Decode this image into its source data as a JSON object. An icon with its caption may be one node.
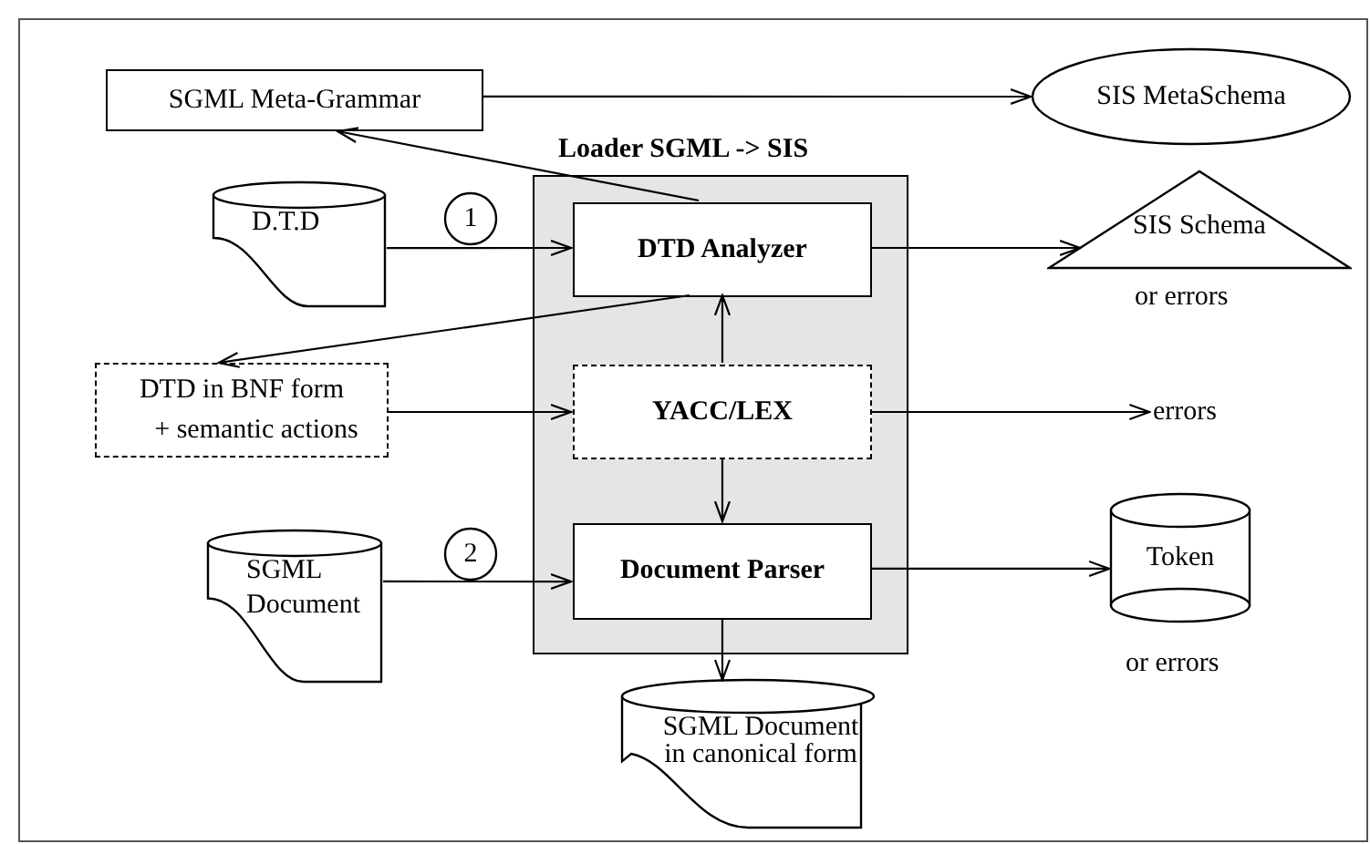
{
  "diagram": {
    "nodes": [
      {
        "text": [
          "SGML Meta-Grammar"
        ]
      },
      {
        "text": [
          "SIS MetaSchema"
        ]
      },
      {
        "text": [
          "Loader SGML -> SIS"
        ]
      },
      {
        "text": [
          "DTD Analyzer"
        ],
        "in": 2
      },
      {
        "text": [
          "YACC/LEX"
        ],
        "in": 2
      },
      {
        "text": [
          "Document Parser"
        ],
        "in": 2
      },
      {
        "text": [
          "D.T.D"
        ]
      },
      {
        "text": [
          "1"
        ]
      },
      {
        "text": [
          "DTD in BNF form",
          "+ semantic actions"
        ]
      },
      {
        "text": [
          "SGML Document"
        ]
      },
      {
        "text": [
          "2"
        ]
      },
      {
        "text": [
          "SGML Document in canonical form"
        ]
      },
      {
        "text": [
          "SIS Schema"
        ],
        "beside": [
          "or errors"
        ]
      },
      {
        "text": [
          "errors"
        ]
      },
      {
        "text": [
          "Token"
        ],
        "beside": [
          "or errors"
        ]
      }
    ],
    "edges": [
      {
        "from": 0,
        "to": 1,
        "arrow": "to"
      },
      {
        "from": 3,
        "to": 0,
        "arrow": "to"
      },
      {
        "from": 6,
        "to": 3,
        "arrow": "to"
      },
      {
        "from": 3,
        "to": 12,
        "arrow": "to"
      },
      {
        "from": 3,
        "to": 8,
        "arrow": "to"
      },
      {
        "from": 8,
        "to": 4,
        "arrow": "to"
      },
      {
        "from": 4,
        "to": 3,
        "arrow": "to"
      },
      {
        "from": 4,
        "to": 13,
        "arrow": "to"
      },
      {
        "from": 4,
        "to": 5,
        "arrow": "to"
      },
      {
        "from": 9,
        "to": 5,
        "arrow": "to"
      },
      {
        "from": 5,
        "to": 14,
        "arrow": "to"
      },
      {
        "from": 5,
        "to": 11,
        "arrow": "to"
      }
    ]
  }
}
